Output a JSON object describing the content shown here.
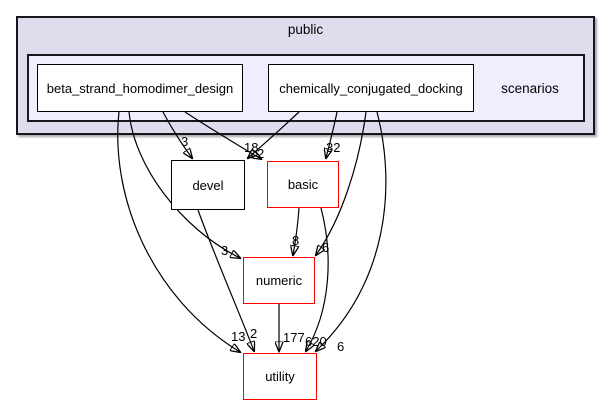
{
  "diagram": {
    "type": "directory-dependency-graph",
    "clusters": {
      "outer": {
        "label": "public"
      },
      "inner": {
        "label": "scenarios"
      }
    },
    "nodes": [
      {
        "id": "beta_strand_homodimer_design",
        "label": "beta_strand_homodimer_design",
        "border": "black"
      },
      {
        "id": "chemically_conjugated_docking",
        "label": "chemically_conjugated_docking",
        "border": "black"
      },
      {
        "id": "devel",
        "label": "devel",
        "border": "black"
      },
      {
        "id": "basic",
        "label": "basic",
        "border": "red"
      },
      {
        "id": "numeric",
        "label": "numeric",
        "border": "red"
      },
      {
        "id": "utility",
        "label": "utility",
        "border": "red"
      }
    ],
    "edges": [
      {
        "from": "beta_strand_homodimer_design",
        "to": "devel",
        "label": "3"
      },
      {
        "from": "beta_strand_homodimer_design",
        "to": "basic",
        "label": "18"
      },
      {
        "from": "chemically_conjugated_docking",
        "to": "devel",
        "label": "2"
      },
      {
        "from": "chemically_conjugated_docking",
        "to": "basic",
        "label": "32"
      },
      {
        "from": "beta_strand_homodimer_design",
        "to": "numeric",
        "label": "3"
      },
      {
        "from": "basic",
        "to": "numeric",
        "label": "8"
      },
      {
        "from": "chemically_conjugated_docking",
        "to": "numeric",
        "label": "6"
      },
      {
        "from": "beta_strand_homodimer_design",
        "to": "utility",
        "label": "13"
      },
      {
        "from": "devel",
        "to": "utility",
        "label": "2"
      },
      {
        "from": "numeric",
        "to": "utility",
        "label": "177"
      },
      {
        "from": "basic",
        "to": "utility",
        "label": "620"
      },
      {
        "from": "chemically_conjugated_docking",
        "to": "utility",
        "label": "6"
      }
    ],
    "colors": {
      "cluster_outer_fill": "#ddddee",
      "cluster_inner_fill": "#eeeeff",
      "node_fill": "#ffffff",
      "node_border_normal": "#000000",
      "node_border_truncated": "#ff0000",
      "edge_color": "#000000"
    }
  }
}
